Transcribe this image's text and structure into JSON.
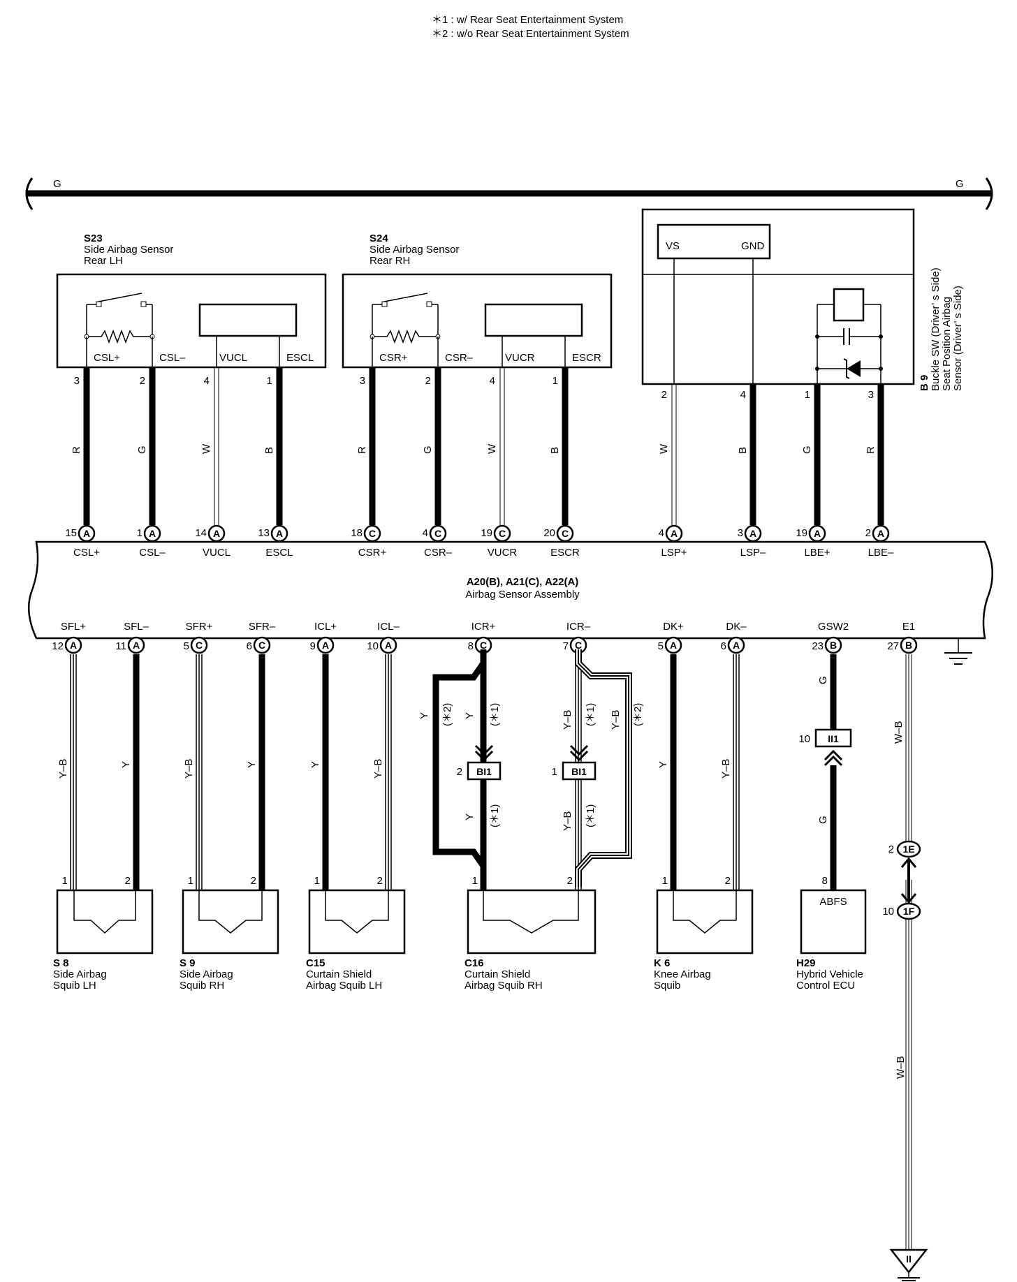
{
  "notes": [
    "＊1 : w/ Rear Seat Entertainment System",
    "＊2 : w/o Rear Seat Entertainment System"
  ],
  "bus_label": "G",
  "assembly": {
    "code": "A20(B), A21(C), A22(A)",
    "name": "Airbag Sensor Assembly"
  },
  "sensors": [
    {
      "code": "S23",
      "line1": "Side Airbag Sensor",
      "line2": "Rear LH"
    },
    {
      "code": "S24",
      "line1": "Side Airbag Sensor",
      "line2": "Rear RH"
    }
  ],
  "b9": {
    "code": "B 9",
    "line1": "Buckle SW (Driver’ s Side)",
    "line2": "Seat Position Airbag",
    "line3": "Sensor (Driver’ s Side)",
    "vs": "VS",
    "gnd": "GND"
  },
  "top_wires": [
    {
      "box_pin": "CSL+",
      "pin": "3",
      "color": "R",
      "num": "15",
      "conn": "A",
      "term": "CSL+"
    },
    {
      "box_pin": "CSL–",
      "pin": "2",
      "color": "G",
      "num": "1",
      "conn": "A",
      "term": "CSL–"
    },
    {
      "box_pin": "VUCL",
      "pin": "4",
      "color": "W",
      "num": "14",
      "conn": "A",
      "term": "VUCL"
    },
    {
      "box_pin": "ESCL",
      "pin": "1",
      "color": "B",
      "num": "13",
      "conn": "A",
      "term": "ESCL"
    },
    {
      "box_pin": "CSR+",
      "pin": "3",
      "color": "R",
      "num": "18",
      "conn": "C",
      "term": "CSR+"
    },
    {
      "box_pin": "CSR–",
      "pin": "2",
      "color": "G",
      "num": "4",
      "conn": "C",
      "term": "CSR–"
    },
    {
      "box_pin": "VUCR",
      "pin": "4",
      "color": "W",
      "num": "19",
      "conn": "C",
      "term": "VUCR"
    },
    {
      "box_pin": "ESCR",
      "pin": "1",
      "color": "B",
      "num": "20",
      "conn": "C",
      "term": "ESCR"
    },
    {
      "box_pin": "",
      "pin": "2",
      "color": "W",
      "num": "4",
      "conn": "A",
      "term": "LSP+"
    },
    {
      "box_pin": "",
      "pin": "4",
      "color": "B",
      "num": "3",
      "conn": "A",
      "term": "LSP–"
    },
    {
      "box_pin": "",
      "pin": "1",
      "color": "G",
      "num": "19",
      "conn": "A",
      "term": "LBE+"
    },
    {
      "box_pin": "",
      "pin": "3",
      "color": "R",
      "num": "2",
      "conn": "A",
      "term": "LBE–"
    }
  ],
  "bottom_wires": [
    {
      "term": "SFL+",
      "num": "12",
      "conn": "A",
      "color": "Y–B",
      "pin": "1"
    },
    {
      "term": "SFL–",
      "num": "11",
      "conn": "A",
      "color": "Y",
      "pin": "2"
    },
    {
      "term": "SFR+",
      "num": "5",
      "conn": "C",
      "color": "Y–B",
      "pin": "1"
    },
    {
      "term": "SFR–",
      "num": "6",
      "conn": "C",
      "color": "Y",
      "pin": "2"
    },
    {
      "term": "ICL+",
      "num": "9",
      "conn": "A",
      "color": "Y",
      "pin": "1"
    },
    {
      "term": "ICL–",
      "num": "10",
      "conn": "A",
      "color": "Y–B",
      "pin": "2"
    },
    {
      "term": "ICR+",
      "num": "8",
      "conn": "C",
      "color": "Y",
      "pin": "1"
    },
    {
      "term": "ICR–",
      "num": "7",
      "conn": "C",
      "color": "Y–B",
      "pin": "2"
    },
    {
      "term": "DK+",
      "num": "5",
      "conn": "A",
      "color": "Y",
      "pin": "1"
    },
    {
      "term": "DK–",
      "num": "6",
      "conn": "A",
      "color": "Y–B",
      "pin": "2"
    },
    {
      "term": "GSW2",
      "num": "23",
      "conn": "B",
      "color": "G",
      "pin": "8"
    },
    {
      "term": "E1",
      "num": "27",
      "conn": "B",
      "color": "W–B",
      "pin": ""
    }
  ],
  "icr": {
    "alt_plus_color": "Y",
    "alt_plus_note": "(＊2)",
    "plus_color": "Y",
    "plus_note": "(＊1)",
    "minus_color": "Y–B",
    "minus_note": "(＊1)",
    "alt_minus_color": "Y–B",
    "alt_minus_note": "(＊2)",
    "bi1_label": "BI1",
    "bi1_left_pin": "2",
    "bi1_right_pin": "1"
  },
  "ii1": {
    "label": "II1",
    "pin": "10",
    "lower_color": "G",
    "device_pin": "8"
  },
  "e1_chain": {
    "upper_color": "W–B",
    "junction1_pin": "2",
    "junction1": "1E",
    "junction2_pin": "10",
    "junction2": "1F",
    "lower_color": "W–B",
    "ground_label": "II"
  },
  "devices": [
    {
      "code": "S 8",
      "line1": "Side Airbag",
      "line2": "Squib LH"
    },
    {
      "code": "S 9",
      "line1": "Side Airbag",
      "line2": "Squib RH"
    },
    {
      "code": "C15",
      "line1": "Curtain Shield",
      "line2": "Airbag Squib LH"
    },
    {
      "code": "C16",
      "line1": "Curtain Shield",
      "line2": "Airbag Squib RH"
    },
    {
      "code": "K 6",
      "line1": "Knee Airbag",
      "line2": "Squib"
    },
    {
      "code": "H29",
      "line1": "Hybrid Vehicle",
      "line2": "Control ECU",
      "inner": "ABFS"
    }
  ]
}
